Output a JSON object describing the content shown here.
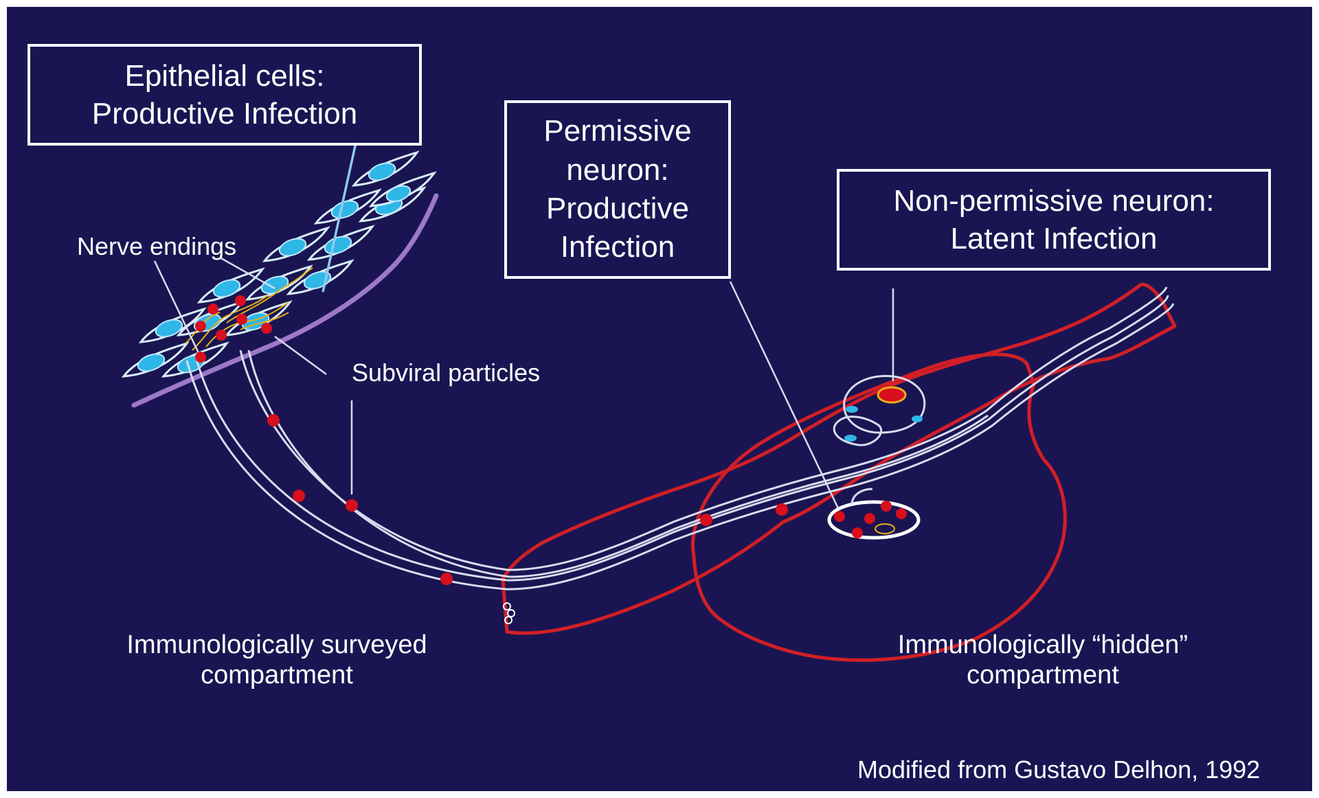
{
  "labels": {
    "epithelial_line1": "Epithelial cells:",
    "epithelial_line2": "Productive Infection",
    "permissive_line1": "Permissive",
    "permissive_line2": "neuron:",
    "permissive_line3": "Productive",
    "permissive_line4": "Infection",
    "nonpermissive_line1": "Non-permissive neuron:",
    "nonpermissive_line2": "Latent Infection",
    "nerve_endings": "Nerve endings",
    "subviral_particles": "Subviral particles",
    "surveyed_line1": "Immunologically surveyed",
    "surveyed_line2": "compartment",
    "hidden_line1": "Immunologically “hidden”",
    "hidden_line2": "compartment",
    "credit": "Modified from Gustavo Delhon, 1992"
  },
  "colors": {
    "background": "#1a1552",
    "nerve": "#d8dcef",
    "ganglion_outline": "#d21f26",
    "particle": "#d80f1c",
    "cell_nucleus": "#2fb7e8",
    "basement_membrane": "#9d79c8",
    "nerve_ending_branches": "#e8b016",
    "pointer_epithelial": "#8fc8ee"
  }
}
